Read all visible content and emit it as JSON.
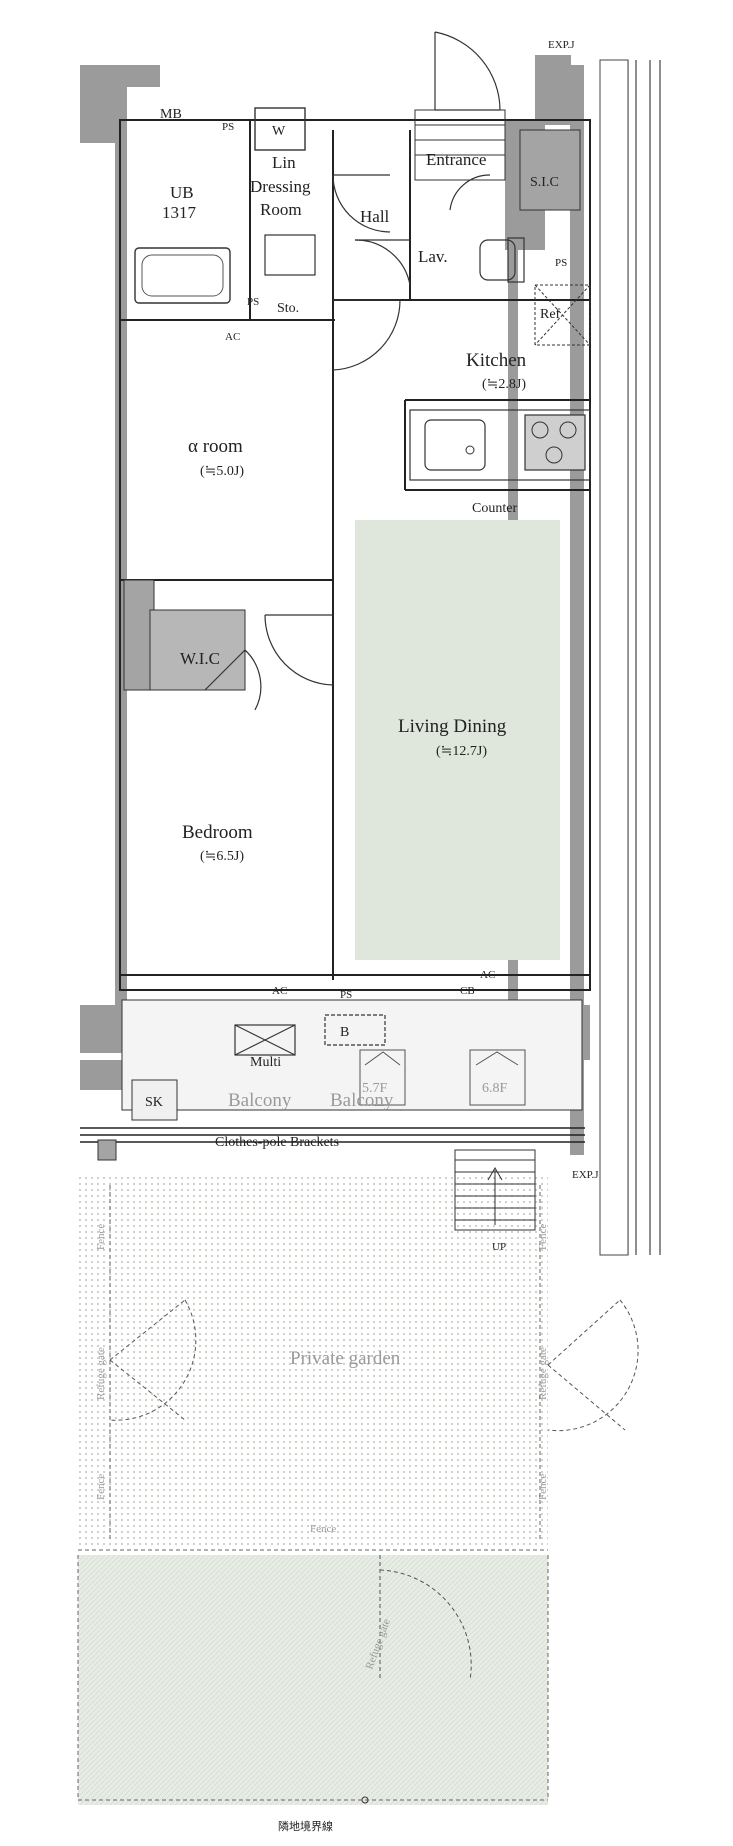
{
  "labels": {
    "exp_top": "EXP.J",
    "exp_bottom": "EXP.J",
    "mb": "MB",
    "ps_top": "PS",
    "w": "W",
    "ub": "UB",
    "ub_size": "1317",
    "lin": "Lin",
    "dressing": "Dressing",
    "room_word": "Room",
    "hall": "Hall",
    "entrance": "Entrance",
    "sic": "S.I.C",
    "lav": "Lav.",
    "ps_right": "PS",
    "ref": "Ref",
    "ps_small": "PS",
    "sto": "Sto.",
    "ac_top": "AC",
    "kitchen": "Kitchen",
    "kitchen_size": "(≒2.8J)",
    "a_room": "α room",
    "a_room_size": "(≒5.0J)",
    "counter": "Counter",
    "wic": "W.I.C",
    "living_dining": "Living Dining",
    "living_dining_size": "(≒12.7J)",
    "bedroom": "Bedroom",
    "bedroom_size": "(≒6.5J)",
    "ac_bed": "AC",
    "ps_bottom": "PS",
    "cb": "CB",
    "ac_living": "AC",
    "b": "B",
    "multi": "Multi",
    "balcony1": "Balcony",
    "balcony2": "Balcony",
    "floor1": "5.7F",
    "floor2": "6.8F",
    "sk": "SK",
    "clothes_pole": "Clothes-pole Brackets",
    "up": "UP",
    "fence_left_top": "Fence",
    "refuge_gate_left": "Refuge gate",
    "fence_left_bottom": "Fence",
    "private_garden": "Private garden",
    "fence_bottom": "Fence",
    "fence_right_top": "Fence",
    "refuge_gate_right": "Refuge gate",
    "fence_right_bottom": "Fence",
    "refuge_gate_bottom": "Refuge gate",
    "boundary": "隣地境界線"
  },
  "colors": {
    "wall": "#9b9b9b",
    "wall_dark": "#7a7a7a",
    "floor_tint": "#dfe6dc",
    "garden_tint": "#e6ece3",
    "line": "#222222"
  }
}
